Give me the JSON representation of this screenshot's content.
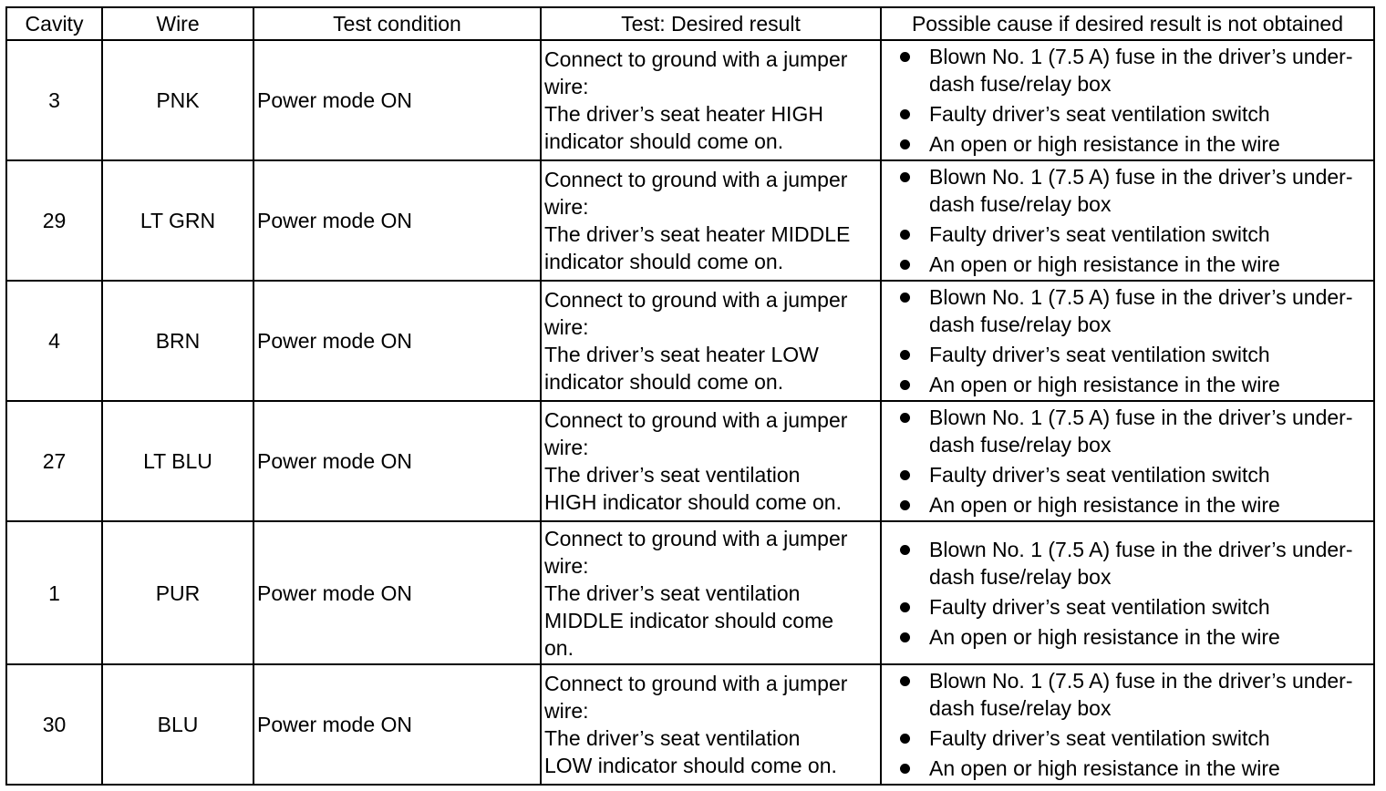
{
  "headers": {
    "cavity": "Cavity",
    "wire": "Wire",
    "test_condition": "Test condition",
    "desired_result": "Test: Desired result",
    "possible_cause": "Possible cause if desired result is not obtained"
  },
  "rows": [
    {
      "cavity": "3",
      "wire": "PNK",
      "condition": "Power mode ON",
      "result": [
        "Connect to ground with a jumper",
        "wire:",
        "The driver’s seat heater HIGH",
        "indicator should come on."
      ],
      "causes": [
        "Blown No. 1 (7.5 A) fuse in the driver’s under-dash fuse/relay box",
        "Faulty driver’s seat ventilation switch",
        "An open or high resistance in the wire"
      ]
    },
    {
      "cavity": "29",
      "wire": "LT GRN",
      "condition": "Power mode ON",
      "result": [
        "Connect to ground with a jumper",
        "wire:",
        "The driver’s seat heater MIDDLE",
        "indicator should come on."
      ],
      "causes": [
        "Blown No. 1 (7.5 A) fuse in the driver’s under-dash fuse/relay box",
        "Faulty driver’s seat ventilation switch",
        "An open or high resistance in the wire"
      ]
    },
    {
      "cavity": "4",
      "wire": "BRN",
      "condition": "Power mode ON",
      "result": [
        "Connect to ground with a jumper",
        "wire:",
        "The driver’s seat heater LOW",
        "indicator should come on."
      ],
      "causes": [
        "Blown No. 1 (7.5 A) fuse in the driver’s under-dash fuse/relay box",
        "Faulty driver’s seat ventilation switch",
        "An open or high resistance in the wire"
      ]
    },
    {
      "cavity": "27",
      "wire": "LT BLU",
      "condition": "Power mode ON",
      "result": [
        "Connect to ground with a jumper",
        "wire:",
        "The driver’s seat ventilation",
        "HIGH indicator should come on."
      ],
      "causes": [
        "Blown No. 1 (7.5 A) fuse in the driver’s under-dash fuse/relay box",
        "Faulty driver’s seat ventilation switch",
        "An open or high resistance in the wire"
      ]
    },
    {
      "cavity": "1",
      "wire": "PUR",
      "condition": "Power mode ON",
      "result": [
        "Connect to ground with a jumper",
        "wire:",
        "The driver’s seat ventilation",
        "MIDDLE indicator should come",
        "on."
      ],
      "causes": [
        "Blown No. 1 (7.5 A) fuse in the driver’s under-dash fuse/relay box",
        "Faulty driver’s seat ventilation switch",
        "An open or high resistance in the wire"
      ]
    },
    {
      "cavity": "30",
      "wire": "BLU",
      "condition": "Power mode ON",
      "result": [
        "Connect to ground with a jumper",
        "wire:",
        "The driver’s seat ventilation",
        "LOW indicator should come on."
      ],
      "causes": [
        "Blown No. 1 (7.5 A) fuse in the driver’s under-dash fuse/relay box",
        "Faulty driver’s seat ventilation switch",
        "An open or high resistance in the wire"
      ]
    }
  ]
}
